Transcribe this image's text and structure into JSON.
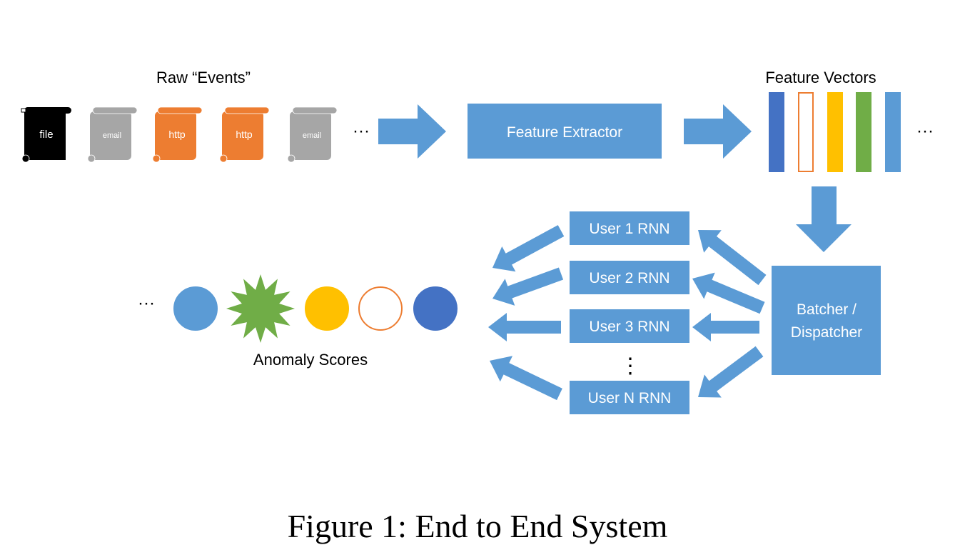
{
  "labels": {
    "raw_events": "Raw “Events”",
    "feature_vectors": "Feature Vectors",
    "anomaly_scores": "Anomaly Scores",
    "ellipsis": "···",
    "vertical_ellipsis": "⋮"
  },
  "events": [
    {
      "label": "file",
      "color": "#000000"
    },
    {
      "label": "email",
      "color": "#a6a6a6"
    },
    {
      "label": "http",
      "color": "#ed7d31"
    },
    {
      "label": "http",
      "color": "#ed7d31"
    },
    {
      "label": "email",
      "color": "#a6a6a6"
    }
  ],
  "feature_extractor": {
    "label": "Feature Extractor"
  },
  "feature_vectors": [
    {
      "color": "#4472c4",
      "fill": true
    },
    {
      "color": "#ed7d31",
      "fill": false
    },
    {
      "color": "#ffc000",
      "fill": true
    },
    {
      "color": "#70ad47",
      "fill": true
    },
    {
      "color": "#5b9bd5",
      "fill": true
    }
  ],
  "batcher": {
    "line1": "Batcher /",
    "line2": "Dispatcher"
  },
  "rnns": [
    {
      "label": "User 1 RNN"
    },
    {
      "label": "User 2 RNN"
    },
    {
      "label": "User 3 RNN"
    },
    {
      "label": "User N RNN"
    }
  ],
  "scores": [
    {
      "shape": "circle",
      "color": "#5b9bd5",
      "fill": true
    },
    {
      "shape": "star",
      "color": "#70ad47",
      "fill": true
    },
    {
      "shape": "circle",
      "color": "#ffc000",
      "fill": true
    },
    {
      "shape": "circle",
      "color": "#ed7d31",
      "fill": false
    },
    {
      "shape": "circle",
      "color": "#4472c4",
      "fill": true
    }
  ],
  "colors": {
    "accent_blue": "#5b9bd5",
    "box_text": "#ffffff",
    "label_text": "#000000"
  },
  "caption": "Figure 1: End to End System"
}
